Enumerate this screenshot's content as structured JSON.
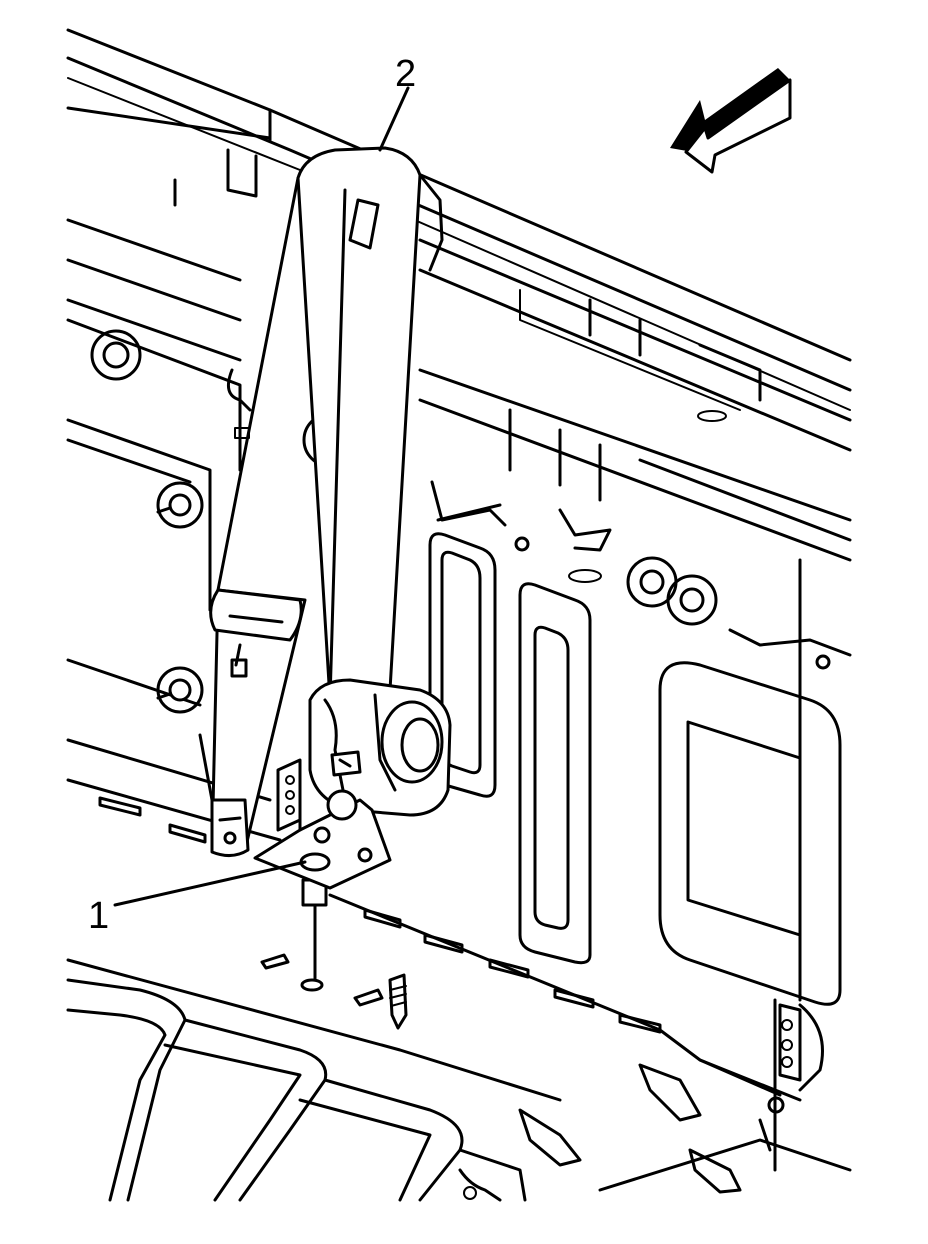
{
  "diagram": {
    "callouts": [
      {
        "id": "1",
        "label": "1"
      },
      {
        "id": "2",
        "label": "2"
      }
    ],
    "icons": {
      "direction": "front-direction-arrow-icon"
    },
    "colors": {
      "line": "#000000",
      "background": "#ffffff"
    }
  }
}
